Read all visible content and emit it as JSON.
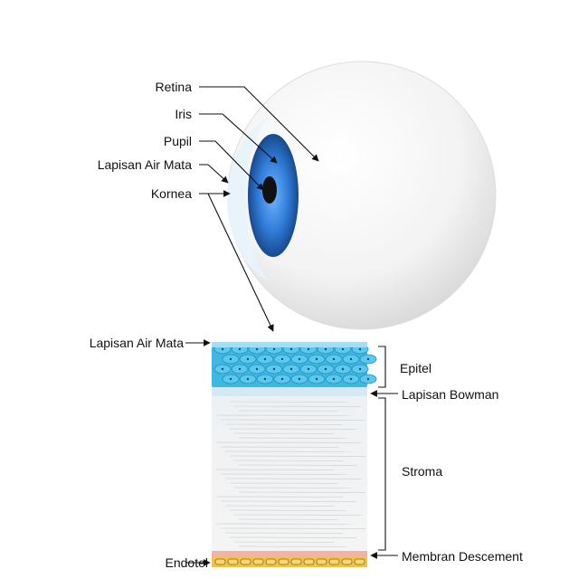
{
  "eye_labels": {
    "retina": "Retina",
    "iris": "Iris",
    "pupil": "Pupil",
    "tear_film": "Lapisan Air Mata",
    "cornea": "Kornea"
  },
  "section_labels": {
    "tear_film": "Lapisan Air Mata",
    "epithelium": "Epitel",
    "bowman": "Lapisan Bowman",
    "stroma": "Stroma",
    "descemet": "Membran Descement",
    "endothelium": "Endotel"
  },
  "colors": {
    "iris": "#2a6fc0",
    "epithelium": "#3fb8e0",
    "stroma": "#ececec",
    "descemet": "#f2b3a0",
    "endothelium": "#f0c24a"
  }
}
